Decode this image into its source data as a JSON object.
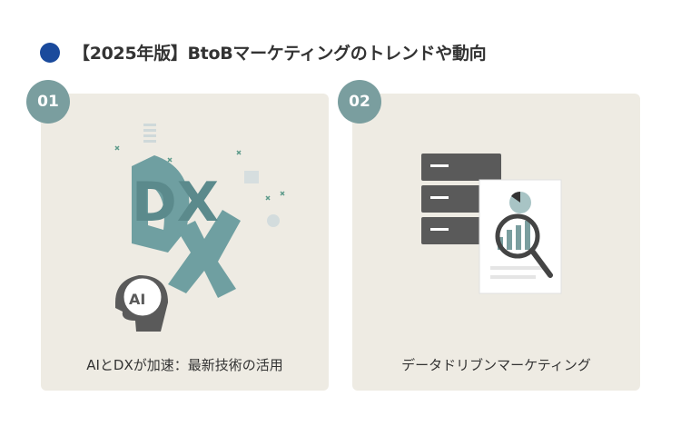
{
  "heading": {
    "title": "【2025年版】BtoBマーケティングのトレンドや動向"
  },
  "cards": [
    {
      "number": "01",
      "caption": "AIとDXが加速：最新技術の活用",
      "art_text": "DX",
      "head_text": "AI"
    },
    {
      "number": "02",
      "caption": "データドリブンマーケティング"
    }
  ],
  "colors": {
    "accent": "#1a4a9c",
    "badge": "#7a9e9f",
    "card": "#eeebe3",
    "teal": "#6f9fa1"
  }
}
